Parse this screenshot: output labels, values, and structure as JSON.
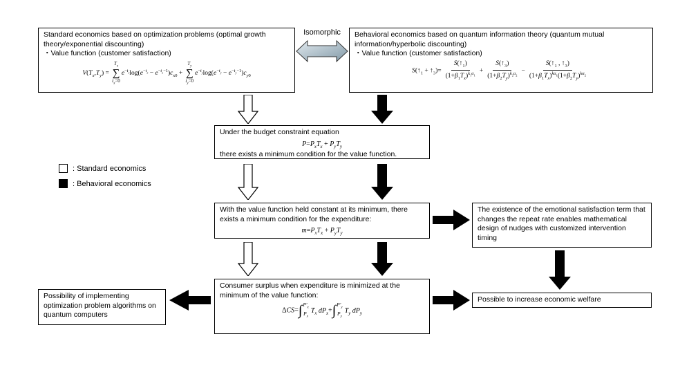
{
  "colors": {
    "standard_white": "#ffffff",
    "behavioral_black": "#000000"
  },
  "isomorphic": {
    "label": "Isomorphic"
  },
  "legend": {
    "standard": ": Standard economics",
    "behavioral": ": Behavioral economics"
  },
  "standard_box": {
    "title": "Standard economics based on optimization problems (optimal growth theory/exponential discounting)",
    "value_function_label": "・Value function (customer satisfaction)",
    "formula_html": "<i>V</i>(<i>T<sub>x</sub></i>,<i>T<sub>y</sub></i>) = <span class='bigop'><span class='lim'><i>T<sub>x</sub></i></span><span class='op'>∑</span><span class='lim'><i>t<sub>x</sub></i>=0</span></span><i>e</i><sup>−<i>t<sub>x</sub></i></sup>log(<i>e</i><sup>−<i>t<sub>x</sub></i></sup> − <i>e</i><sup>−<i>t<sub>x</sub></i>−1</sup>)<i>c</i><sub><i>x</i>0</sub> + <span class='bigop'><span class='lim'><i>T<sub>y</sub></i></span><span class='op'>∑</span><span class='lim'><i>t<sub>y</sub></i>=0</span></span><i>e</i><sup>−<i>t<sub>y</sub></i></sup>log(<i>e</i><sup>−<i>t<sub>y</sub></i></sup> − <i>e</i><sup>−<i>t<sub>y</sub></i>−1</sup>)<i>c</i><sub><i>y</i>0</sub>"
  },
  "behavioral_box": {
    "title": "Behavioral economics based on quantum information theory (quantum mutual information/hyperbolic discounting)",
    "value_function_label": "・Value function (customer satisfaction)",
    "formula_html": "<i>S</i>(↑<sub>1</sub> + ↑<sub>3</sub>)=<span class='frac'><span class='num'><i>S</i>(↑<sub>1</sub>)</span><span class='den'>(1+<i>β</i><sub>1</sub><i>T<sub>x</sub></i>)<sup><i>k</i><sub>1</sub><i>α</i><sub>1</sub></sup></span></span>+<span class='frac'><span class='num'><i>S</i>(↑<sub>3</sub>)</span><span class='den'>(1+<i>β</i><sub>2</sub><i>T<sub>y</sub></i>)<sup><i>k</i><sub>2</sub><i>α</i><sub>2</sub></sup></span></span>−<span class='frac'><span class='num'><i>S</i>(↑<sub>1</sub> , ↑<sub>3</sub>)</span><span class='den'>(1+<i>β</i><sub>1</sub><i>T<sub>x</sub></i>)<sup><i>kα</i><sub>1</sub></sup>(1+<i>β</i><sub>2</sub><i>T<sub>y</sub></i>)<sup><i>kα</i><sub>2</sub></sup></span></span>"
  },
  "budget_box": {
    "line1": "Under the budget constraint equation",
    "formula_html": "<i>P</i>=<i>P<sub>x</sub>T<sub>x</sub></i> + <i>P<sub>y</sub>T<sub>y</sub></i>",
    "line2": "there exists a minimum condition for the value function."
  },
  "expenditure_box": {
    "line1": "With the value function held constant at its minimum, there exists a minimum condition for the expenditure:",
    "formula_html": "<i>m</i>=<i>P<sub>x</sub>T<sub>x</sub></i> + <i>P<sub>y</sub>T<sub>y</sub></i>"
  },
  "emotional_box": {
    "text": "The existence of the emotional satisfaction term that changes the repeat rate enables mathematical design of nudges with customized intervention timing"
  },
  "surplus_box": {
    "line1": "Consumer surplus when expenditure is minimized at the minimum of the value function:",
    "formula_html": "Δ<i>CS</i>=<span class='intwrap'><span class='int'>∫</span><span class='intlim'><span class='it'><i>P′<sub>x</sub></i></span><span class='ib'><i>P<sub>x</sub></i></span></span></span><i>T<sub>x</sub></i> <i>dP<sub>x</sub></i>+<span class='intwrap'><span class='int'>∫</span><span class='intlim'><span class='it'><i>P′<sub>y</sub></i></span><span class='ib'><i>P<sub>y</sub></i></span></span></span><i>T<sub>y</sub></i> <i>dP<sub>y</sub></i>"
  },
  "quantum_box": {
    "text": "Possibility of implementing optimization problem algorithms on quantum computers"
  },
  "welfare_box": {
    "text": "Possible to increase economic welfare"
  }
}
